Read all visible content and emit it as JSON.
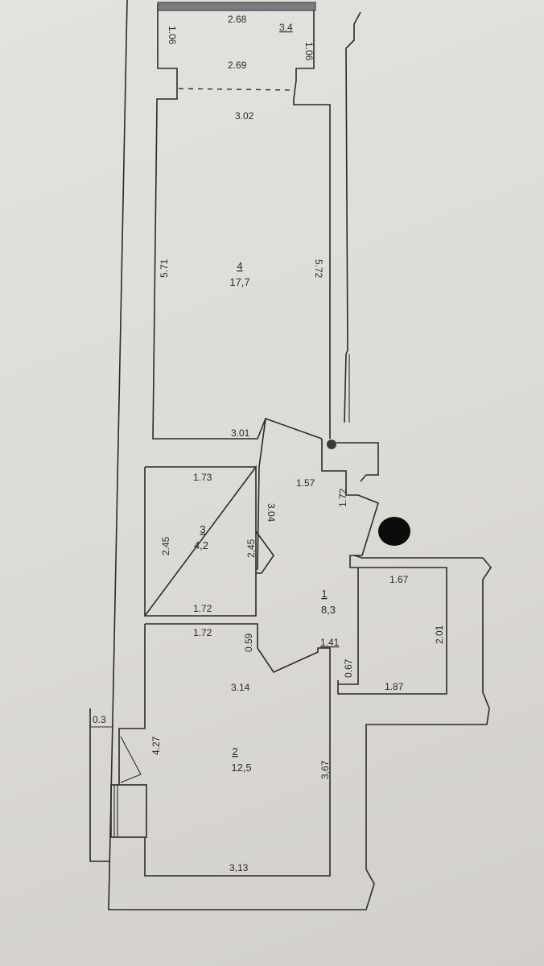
{
  "rooms": [
    {
      "number": "1",
      "area": "8,3"
    },
    {
      "number": "2",
      "area": "12,5"
    },
    {
      "number": "3",
      "area": "4,2"
    },
    {
      "number": "4",
      "area": "17,7"
    }
  ],
  "balcony": {
    "area": "3.4"
  },
  "dimensions": {
    "balcony_top": "2.68",
    "balcony_bottom": "2.69",
    "balcony_left": "1.06",
    "balcony_right": "1.06",
    "r4_top": "3.02",
    "r4_left": "5.71",
    "r4_right": "5.72",
    "r4_bottom": "3.01",
    "hall_top": "1.57",
    "hall_right": "1.72",
    "hall_left": "3.04",
    "r3_top": "1.73",
    "r3_left": "2.45",
    "r3_right": "2,45",
    "r3_bottom": "1.72",
    "r2_top_left": "1.72",
    "r2_door": "0.59",
    "hall_bottom": "1.41",
    "bath_top": "1.67",
    "bath_right": "2.01",
    "bath_bottom": "1.87",
    "bath_left": "0.67",
    "r2_top": "3.14",
    "r2_left": "4.27",
    "r2_right": "3,67",
    "r2_bottom": "3,13",
    "outer_step": "0.3"
  }
}
